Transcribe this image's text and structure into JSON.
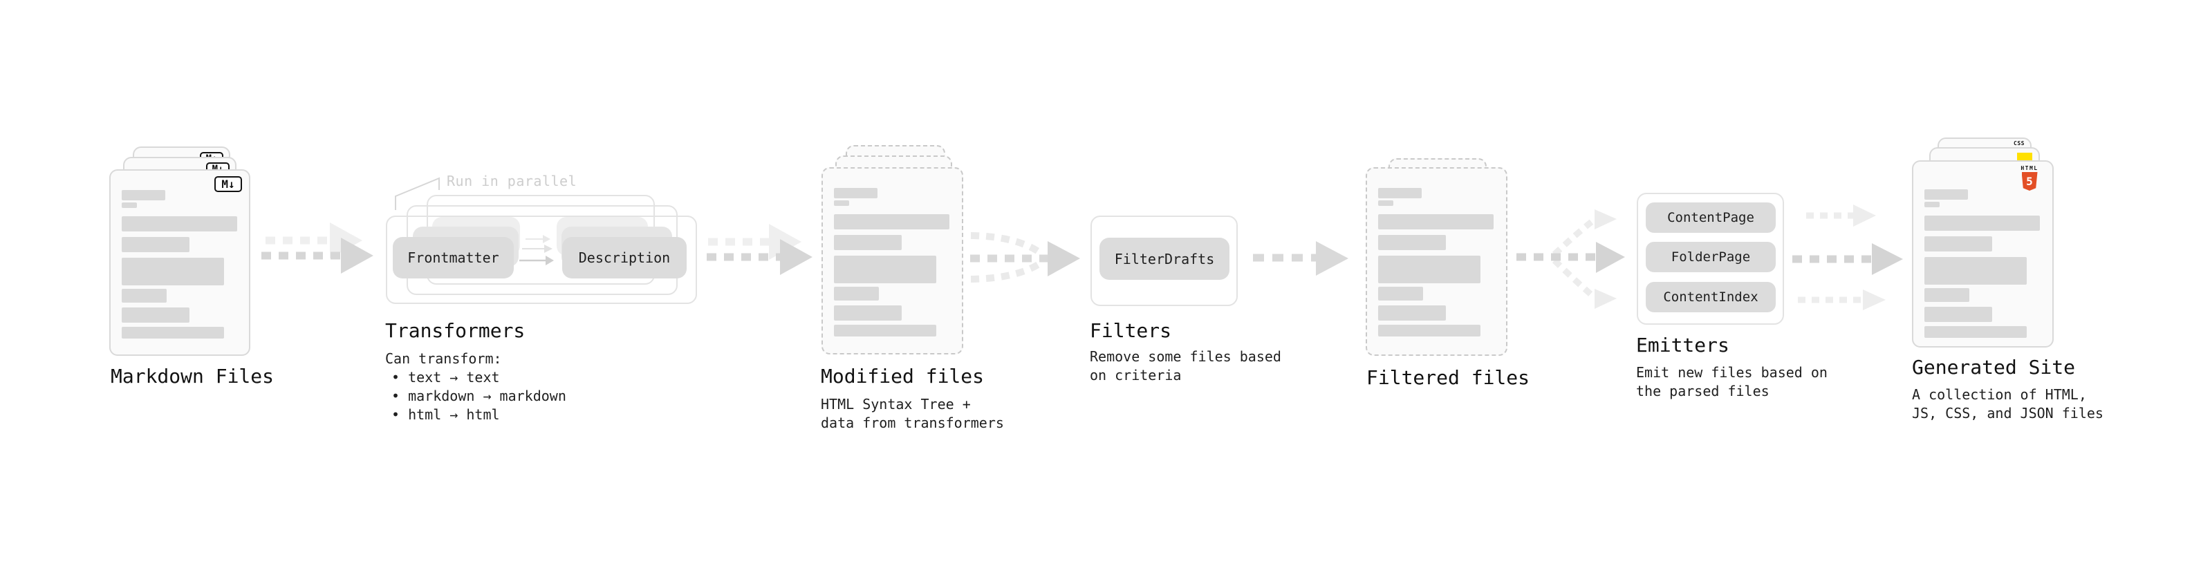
{
  "stages": {
    "markdown_files": {
      "title": "Markdown Files",
      "file_icon_label": "M↓"
    },
    "transformers": {
      "title": "Transformers",
      "annotation": "Run in parallel",
      "pill_left": "Frontmatter",
      "pill_right": "Description",
      "caption_heading": "Can transform:",
      "bullets": [
        "• text → text",
        "• markdown → markdown",
        "• html → html"
      ]
    },
    "modified_files": {
      "title": "Modified files",
      "caption": "HTML Syntax Tree +\ndata from transformers"
    },
    "filters": {
      "title": "Filters",
      "pill": "FilterDrafts",
      "caption": "Remove some files based\non criteria"
    },
    "filtered_files": {
      "title": "Filtered files"
    },
    "emitters": {
      "title": "Emitters",
      "pills": [
        "ContentPage",
        "FolderPage",
        "ContentIndex"
      ],
      "caption": "Emit new files based on\nthe parsed files"
    },
    "generated_site": {
      "title": "Generated Site",
      "caption": "A collection of HTML,\nJS, CSS, and JSON files",
      "css_icon_label": "CSS",
      "html5_icon_label": "HTML",
      "html5_icon_number": "5"
    }
  },
  "colors": {
    "background": "#ffffff",
    "card_border": "#d9d9d9",
    "dashed_card_border": "#c9c9c9",
    "skeleton_bar": "#d9d9d9",
    "pill_background": "#dcdcdc",
    "arrow": "#d4d4d4",
    "arrow_faint": "#ececec",
    "annotation_text": "#cdcdcd",
    "markdown_icon": "#111111",
    "css_icon_blue": "#2563eb",
    "js_icon_yellow": "#ffe000",
    "html5_icon_orange": "#e34f26"
  }
}
